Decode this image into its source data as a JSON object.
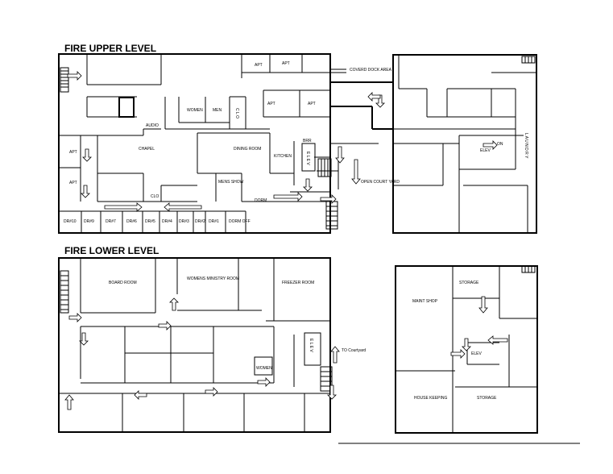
{
  "upper_level": {
    "title": "FIRE UPPER LEVEL",
    "rooms": {
      "apt1": "APT",
      "apt2": "APT",
      "apt3": "APT",
      "apt4": "APT",
      "apt_west1": "APT",
      "apt_west2": "APT",
      "covered_dock": "COVERD DOCK AREA",
      "women": "WOMEN",
      "men": "MEN",
      "clo_top": "C L O",
      "audio": "AUDIO",
      "chapel": "CHAPEL",
      "dining": "DINING ROOM",
      "kitchen": "KITCHEN",
      "brr": "BRR",
      "elev_west": "E L E V",
      "open_court": "OPEN COURT YARD",
      "mens_shower": "MENS SHOW",
      "dorm": "DORM",
      "clo_bottom": "CLO",
      "elev_east": "ELEV",
      "laundry": "L A U N D R Y",
      "on": "ON"
    },
    "dorms": [
      "DR#10",
      "DR#9",
      "DR#7",
      "DR#6",
      "DR#5",
      "DR#4",
      "DR#3",
      "DR#2",
      "DR#1",
      "DORM OFF"
    ]
  },
  "lower_level": {
    "title": "FIRE LOWER LEVEL",
    "rooms": {
      "board_room": "BOARD ROOM",
      "womens_ministry": "WOMENS MINISTRY ROOM",
      "freezer": "FREEZER ROOM",
      "elev_west": "E L E V",
      "to_courtyard": "TO Courtyard",
      "women": "WOMEN",
      "storage_top": "STORAGE",
      "maint_shop": "MAINT SHOP",
      "elev_east": "ELEV",
      "housekeeping": "HOUSE KEEPING",
      "storage_bottom": "STORAGE"
    }
  }
}
